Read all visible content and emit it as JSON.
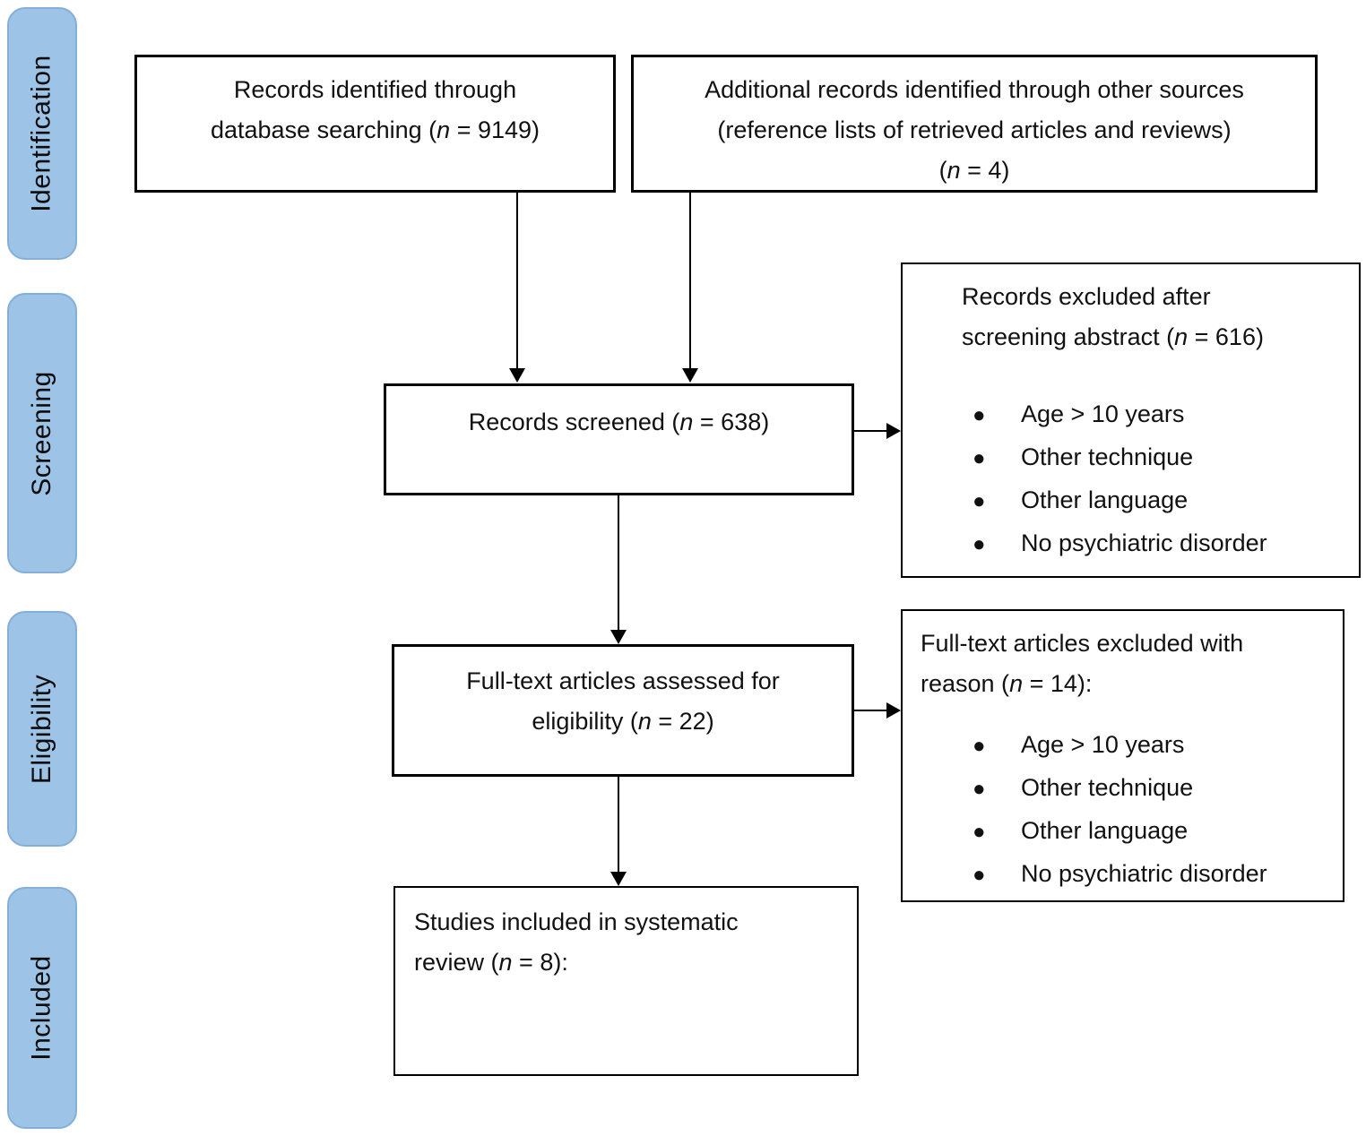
{
  "diagram": {
    "stages": [
      {
        "label": "Identification"
      },
      {
        "label": "Screening"
      },
      {
        "label": "Eligibility"
      },
      {
        "label": "Included"
      }
    ],
    "boxes": {
      "records_identified": {
        "lines": [
          [
            {
              "t": "Records identified through"
            }
          ],
          [
            {
              "t": "database searching ("
            },
            {
              "t": "n",
              "i": 1
            },
            {
              "t": " = 9149)"
            }
          ]
        ]
      },
      "additional_records": {
        "lines": [
          [
            {
              "t": "Additional records identified through other sources"
            }
          ],
          [
            {
              "t": "(reference lists of retrieved articles and reviews)"
            }
          ],
          [
            {
              "t": "("
            },
            {
              "t": "n",
              "i": 1
            },
            {
              "t": " = 4)"
            }
          ]
        ]
      },
      "records_screened": {
        "lines": [
          [
            {
              "t": "Records screened ("
            },
            {
              "t": "n",
              "i": 1
            },
            {
              "t": " = 638)"
            }
          ]
        ]
      },
      "records_excluded": {
        "lines": [
          [
            {
              "t": "Records excluded after"
            }
          ],
          [
            {
              "t": "screening abstract ("
            },
            {
              "t": "n",
              "i": 1
            },
            {
              "t": " = 616)"
            }
          ]
        ],
        "bullets": [
          "Age > 10 years",
          "Other technique",
          "Other language",
          "No psychiatric disorder"
        ]
      },
      "fulltext_assessed": {
        "lines": [
          [
            {
              "t": "Full-text articles assessed for"
            }
          ],
          [
            {
              "t": "eligibility ("
            },
            {
              "t": "n",
              "i": 1
            },
            {
              "t": " = 22)"
            }
          ]
        ]
      },
      "fulltext_excluded": {
        "lines": [
          [
            {
              "t": "Full-text articles excluded with"
            }
          ],
          [
            {
              "t": "reason ("
            },
            {
              "t": "n",
              "i": 1
            },
            {
              "t": " = 14):"
            }
          ]
        ],
        "bullets": [
          "Age > 10 years",
          "Other technique",
          "Other language",
          "No psychiatric disorder"
        ]
      },
      "studies_included": {
        "lines": [
          [
            {
              "t": "Studies included in systematic"
            }
          ],
          [
            {
              "t": "review ("
            },
            {
              "t": "n",
              "i": 1
            },
            {
              "t": " = 8):"
            }
          ]
        ]
      }
    },
    "bullet_glyph": "●",
    "colors": {
      "stage_fill": "#9DC3E6",
      "stage_border": "#84AFD9",
      "box_border": "#000000"
    }
  }
}
